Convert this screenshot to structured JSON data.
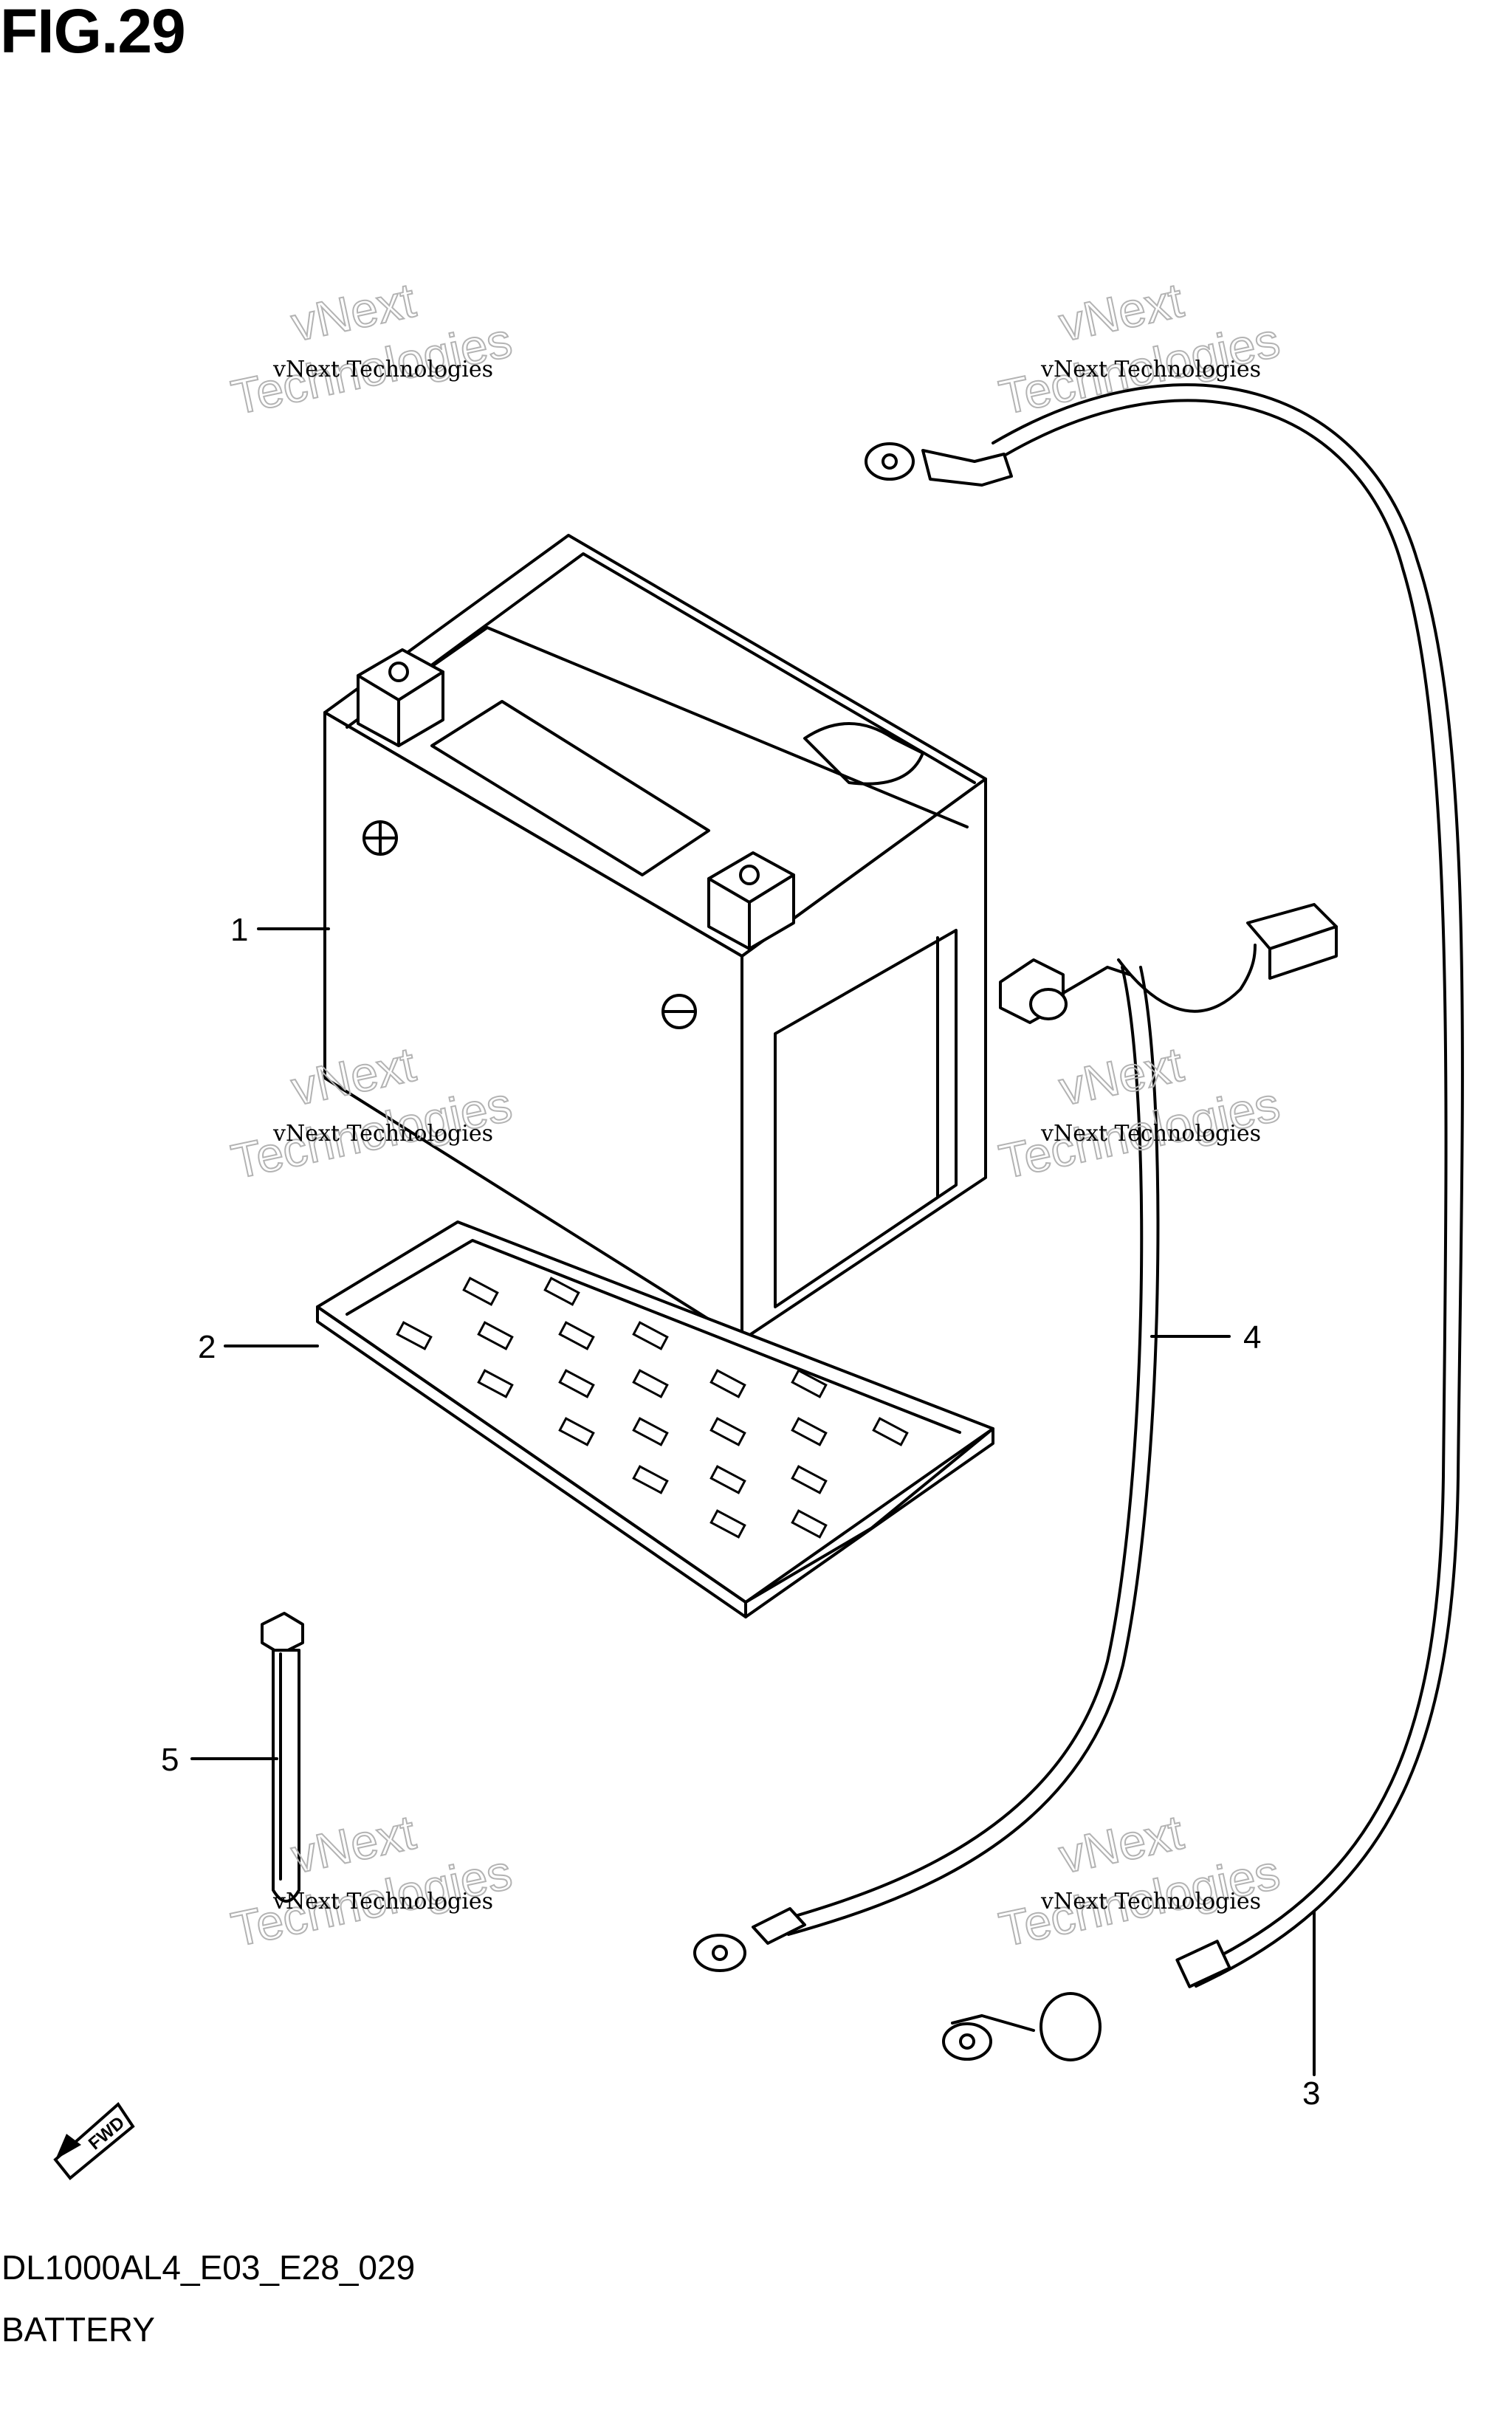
{
  "figure": {
    "title": "FIG.29",
    "code": "DL1000AL4_E03_E28_029",
    "name": "BATTERY"
  },
  "callouts": [
    "1",
    "2",
    "3",
    "4",
    "5"
  ],
  "direction_badge": "FWD",
  "watermark": {
    "line1": "vNext Technologies",
    "line2": "vNext",
    "line3": "Technologies"
  }
}
